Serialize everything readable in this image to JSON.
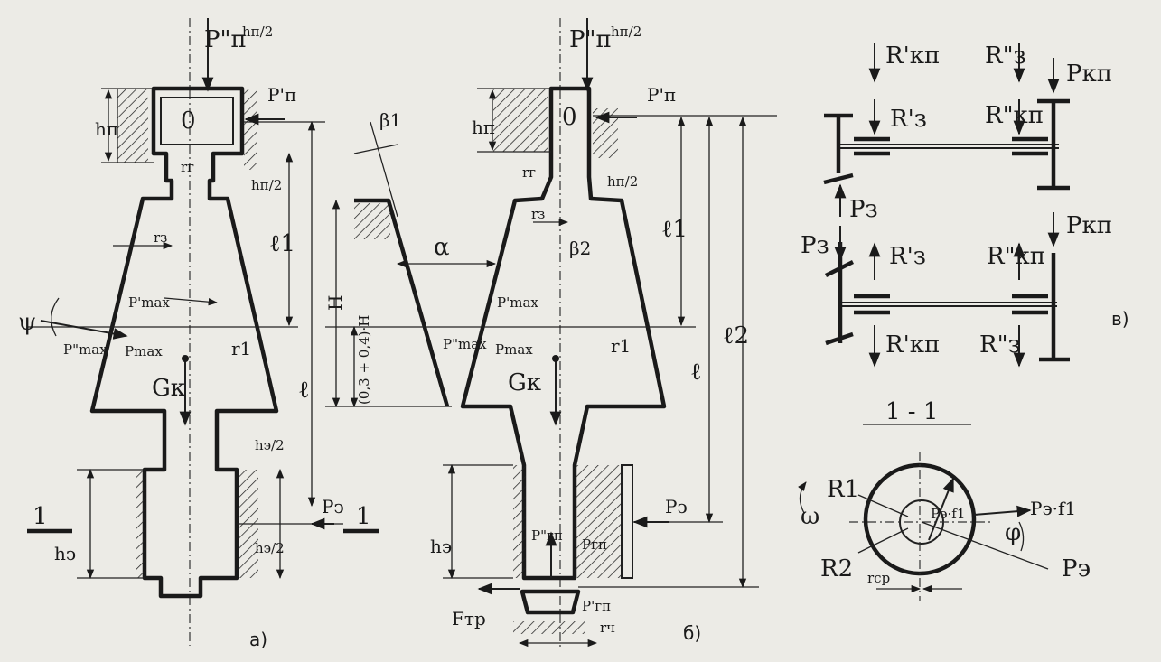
{
  "panel_a": {
    "caption": "а)",
    "labels": {
      "p_n_2": "P\"п",
      "p_n_1": "P'п",
      "o": "0",
      "h_p": "hп",
      "h_p_half": "hп/2",
      "h_p_half_2": "hп/2",
      "r_g": "rг",
      "r_z": "rз",
      "l1": "ℓ1",
      "l": "ℓ",
      "r1": "r1",
      "psi": "ψ",
      "p_max_1": "P'max",
      "p_max_2": "P\"max",
      "p_max": "Pmax",
      "g_k": "Gк",
      "h_e": "hэ",
      "h_e_half": "hэ/2",
      "h_e_half_2": "hэ/2",
      "p_e": "Pэ",
      "sec1": "1",
      "sec1b": "1"
    }
  },
  "panel_mid": {
    "labels": {
      "beta1": "β1",
      "alpha": "α",
      "h": "H",
      "frac": "(0,3 + 0,4)·H"
    }
  },
  "panel_b": {
    "caption": "б)",
    "labels": {
      "p_n_2": "P\"п",
      "p_n_1": "P'п",
      "o": "0",
      "h_p": "hп",
      "h_p_half": "hп/2",
      "h_p_half_2": "hп/2",
      "r_g": "rг",
      "r_z": "rз",
      "beta2": "β2",
      "l1": "ℓ1",
      "l": "ℓ",
      "l2": "ℓ2",
      "p_max_1": "P'max",
      "p_max_2": "P\"max",
      "p_max": "Pmax",
      "r1": "r1",
      "g_k": "Gк",
      "h_e": "hэ",
      "p_e": "Pэ",
      "p_gp_2": "P\"гп",
      "p_gp": "Pгп",
      "p_gp_1": "P'гп",
      "f_tr": "Fтр",
      "r_ch": "rч"
    }
  },
  "panel_c": {
    "caption": "в)",
    "labels": {
      "r_kp_1": "R'кп",
      "r_z_2": "R\"з",
      "p_kp": "Pкп",
      "r_z_1": "R'з",
      "r_kp_2": "R\"кп",
      "p_z": "Pз",
      "p_z_2": "Pз",
      "p_kp_2": "Pкп",
      "r_z_1b": "R'з",
      "r_kp_2b": "R\"кп",
      "r_kp_1b": "R'кп",
      "r_z_2b": "R\"з"
    }
  },
  "section": {
    "title": "1 - 1",
    "labels": {
      "r1": "R1",
      "r2": "R2",
      "omega": "ω",
      "p_e_f1": "Pэ·f1",
      "p_e_f1_2": "Pэ·f1",
      "phi": "φ",
      "p_e": "Pэ",
      "r_sr": "rср"
    }
  }
}
